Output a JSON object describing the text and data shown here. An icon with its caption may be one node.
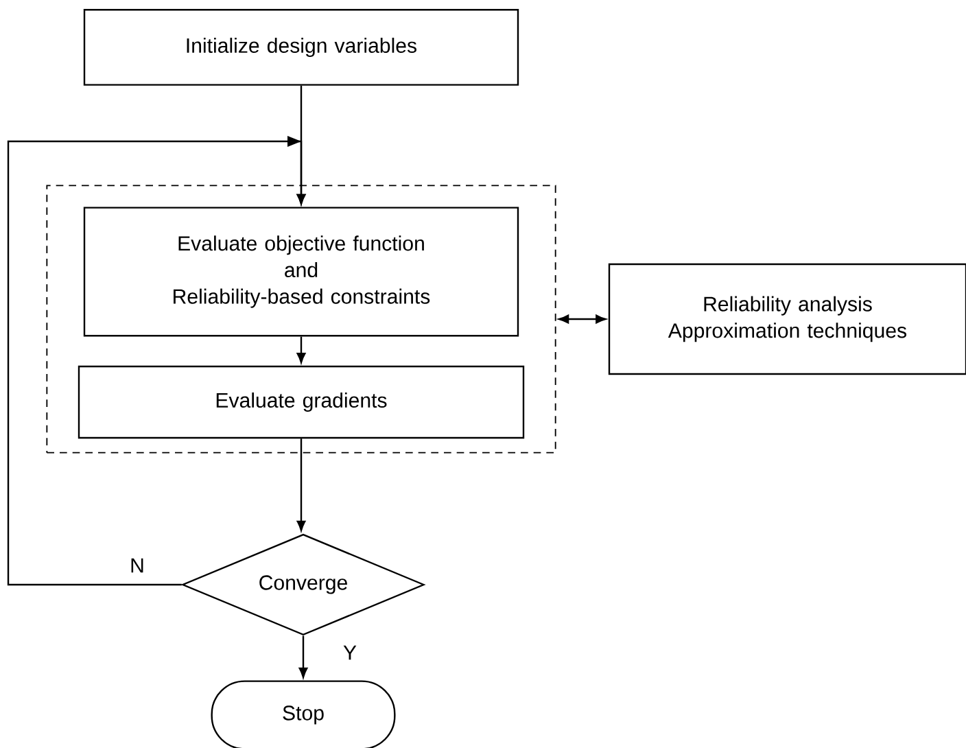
{
  "diagram": {
    "nodes": [
      {
        "text": [
          "Initialize design variables"
        ]
      },
      {
        "text": [],
        "shape": "box"
      },
      {
        "text": [
          "Evaluate objective function and Reliability-based constraints"
        ],
        "in": 1
      },
      {
        "text": [
          "Evaluate gradients"
        ],
        "in": 1
      },
      {
        "text": [
          "Reliability analysis Approximation techniques"
        ]
      },
      {
        "text": [
          "Converge"
        ]
      },
      {
        "text": [
          "Stop"
        ]
      }
    ],
    "edges": [
      {
        "from": 0,
        "to": 2,
        "arrow": "to"
      },
      {
        "from": 5,
        "to": 2,
        "arrow": "to",
        "label": "N"
      },
      {
        "from": 2,
        "to": 3,
        "arrow": "to"
      },
      {
        "from": 1,
        "to": 4,
        "arrow": "both"
      },
      {
        "from": 3,
        "to": 5,
        "arrow": "to"
      },
      {
        "from": 5,
        "to": 6,
        "arrow": "to",
        "label": "Y"
      }
    ]
  }
}
